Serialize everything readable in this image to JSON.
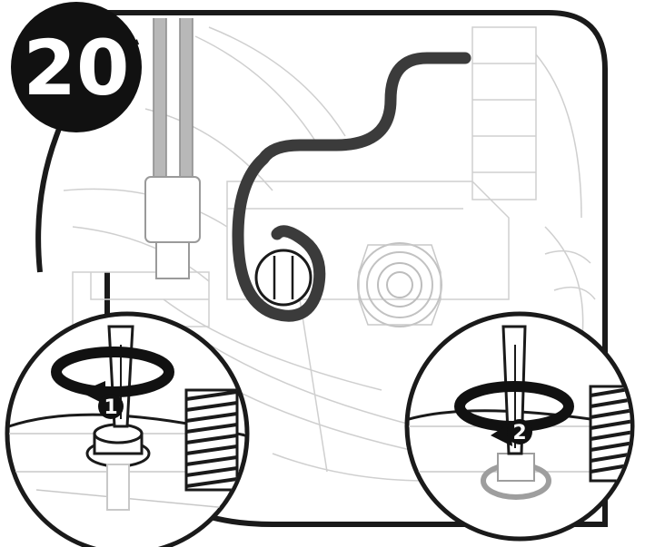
{
  "step": {
    "number": "20"
  },
  "callouts": [
    {
      "label": "1",
      "action": "loosen-screw"
    },
    {
      "label": "2",
      "action": "remove-screw"
    }
  ],
  "colors": {
    "outline": "#1a1a1a",
    "badge": "#111111",
    "wire_dark": "#3b3b3b",
    "wire_light": "#b8b8b8",
    "panel_bg": "#ffffff",
    "thin_line": "#c9c9c9",
    "highlight_ring": "#9e9e9e"
  },
  "icons": {
    "rotation_arrow": "rotate-arrow-icon",
    "screwdriver": "screwdriver-icon"
  }
}
